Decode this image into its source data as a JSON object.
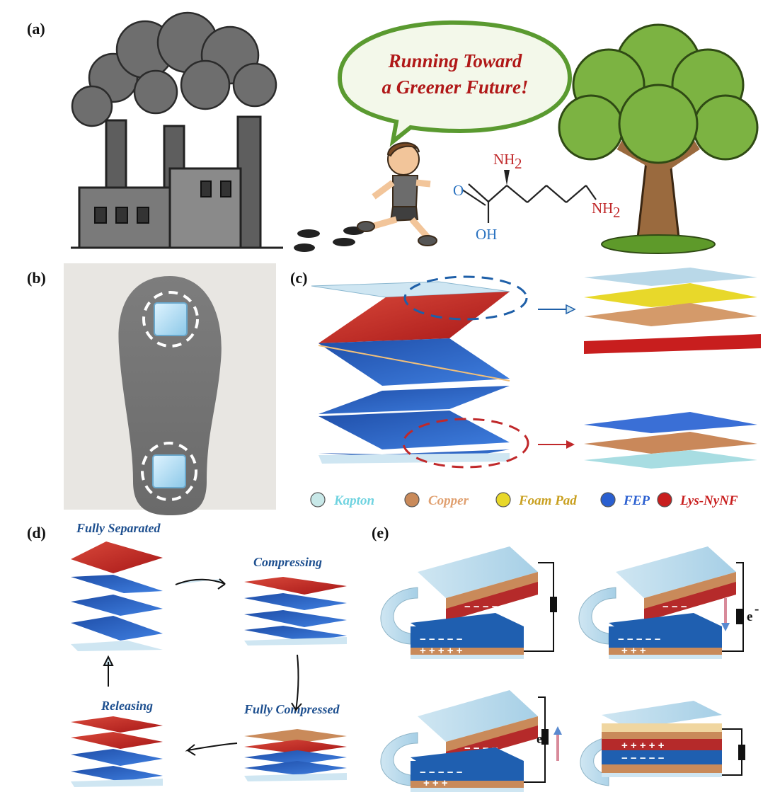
{
  "panels": {
    "a": "(a)",
    "b": "(b)",
    "c": "(c)",
    "d": "(d)",
    "e": "(e)"
  },
  "bubble": {
    "line1": "Running Toward",
    "line2": "a Greener Future!"
  },
  "molecule": {
    "amine_top": "NH",
    "amine_top_sub": "2",
    "amine_right": "NH",
    "amine_right_sub": "2",
    "carbonyl_o": "O",
    "hydroxyl": "OH"
  },
  "legend": [
    {
      "label": "Kapton",
      "color": "#6fd3e0"
    },
    {
      "label": "Copper",
      "color": "#e0a070"
    },
    {
      "label": "Foam Pad",
      "color": "#c9a020"
    },
    {
      "label": "FEP",
      "color": "#2a5fd0"
    },
    {
      "label": "Lys-NyNF",
      "color": "#c81e1e"
    }
  ],
  "states": {
    "fully_separated": "Fully Separated",
    "compressing": "Compressing",
    "fully_compressed": "Fully Compressed",
    "releasing": "Releasing"
  },
  "electron": {
    "symbol": "e",
    "sup": "-"
  },
  "colors": {
    "smoke": "#6e6e6e",
    "factory": "#7a7a7a",
    "tree_leaf": "#7cb342",
    "tree_trunk": "#9a6a3e",
    "bubble_border": "#5a9a30",
    "kapton": "#bfe3f0",
    "copper": "#c98a5a",
    "fep": "#2d64b8",
    "lys": "#c0282a",
    "foam": "#f0d6a0"
  }
}
